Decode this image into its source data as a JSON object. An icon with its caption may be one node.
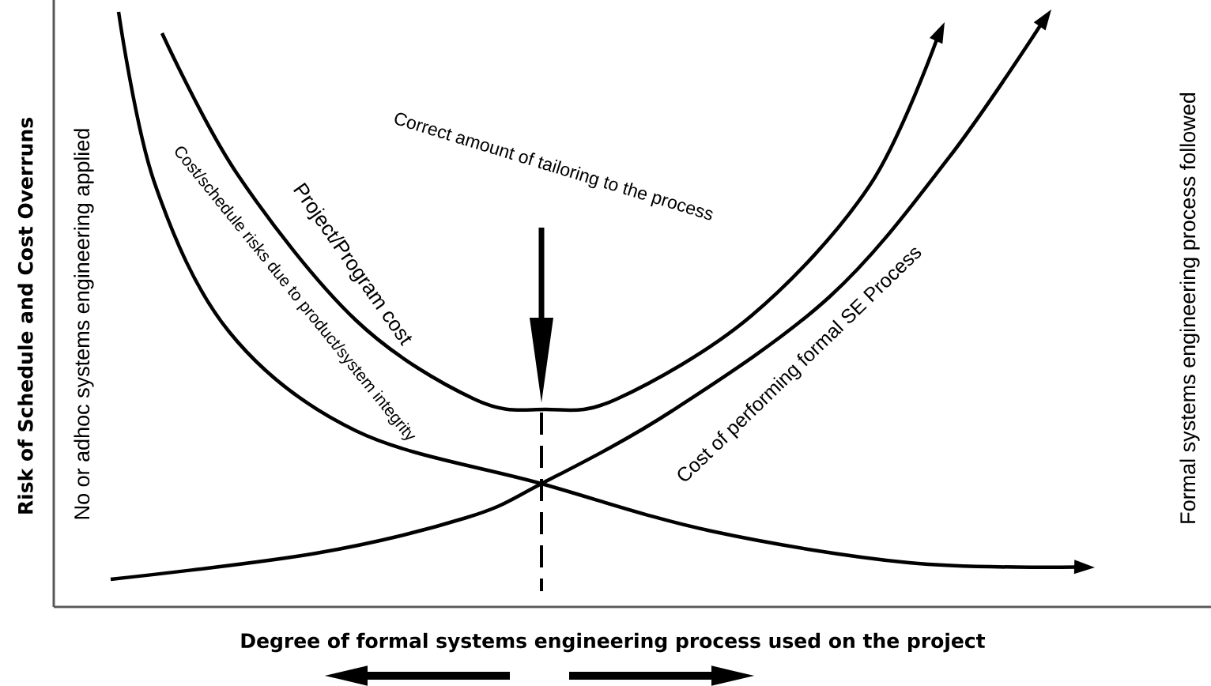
{
  "diagram": {
    "labels": [
      "Risk of Schedule and Cost Overruns",
      "No or adhoc systems engineering applied",
      "Cost/schedule risks due to product/system integrity",
      "Correct amount of tailoring to the process",
      "Project/Program cost",
      "Cost of performing formal SE Process",
      "Formal systems engineering process followed",
      "Degree of formal systems engineering process used on the project"
    ]
  }
}
